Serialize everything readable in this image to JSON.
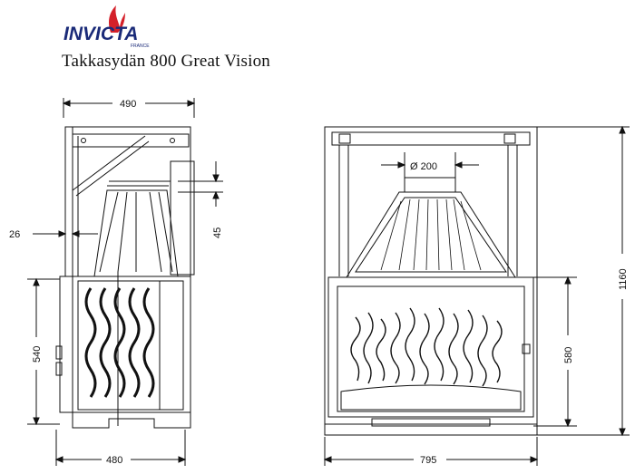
{
  "brand": {
    "name": "INVICTA",
    "sub": "FRANCE",
    "color_primary": "#1a2a78",
    "color_accent": "#d4202a"
  },
  "title": "Takkasydän 800 Great Vision",
  "dimensions": {
    "side_top_width": "490",
    "side_offset": "26",
    "side_flue_height": "45",
    "side_door_height": "540",
    "side_bottom_width": "480",
    "front_flue_diameter": "Ø 200",
    "front_total_height": "1160",
    "front_door_height": "580",
    "front_bottom_width": "795"
  },
  "line_color": "#111111"
}
